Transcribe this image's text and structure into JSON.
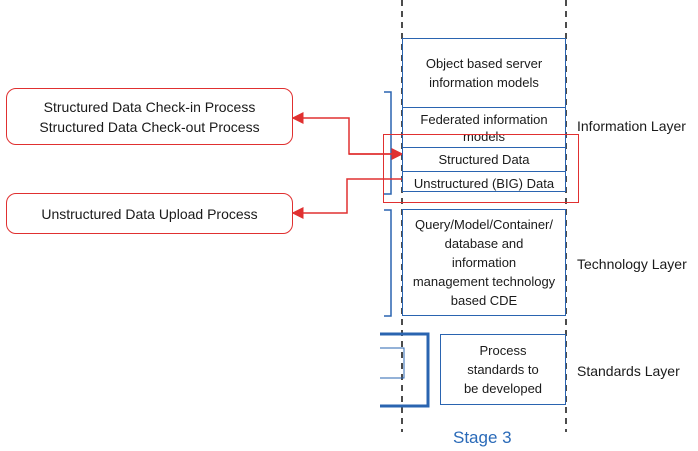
{
  "processes": {
    "structured": [
      "Structured Data Check-in Process",
      "Structured Data Check-out  Process"
    ],
    "unstructured": "Unstructured Data Upload Process"
  },
  "info_stack": {
    "object_models": [
      "Object based server",
      "information models"
    ],
    "federated": [
      "Federated information",
      "models"
    ],
    "structured_data": "Structured Data",
    "unstructured_data": "Unstructured (BIG) Data"
  },
  "technology_box": [
    "Query/Model/Container/",
    "database and",
    "information",
    "management technology",
    "based CDE"
  ],
  "standards_box": [
    "Process",
    "standards to",
    "be developed"
  ],
  "layers": {
    "information": "Information Layer",
    "technology": "Technology Layer",
    "standards": "Standards Layer"
  },
  "stage_label": "Stage 3",
  "colors": {
    "blue": "#2a64b0",
    "red": "#e03030",
    "stage_text": "#2a6ab8"
  }
}
